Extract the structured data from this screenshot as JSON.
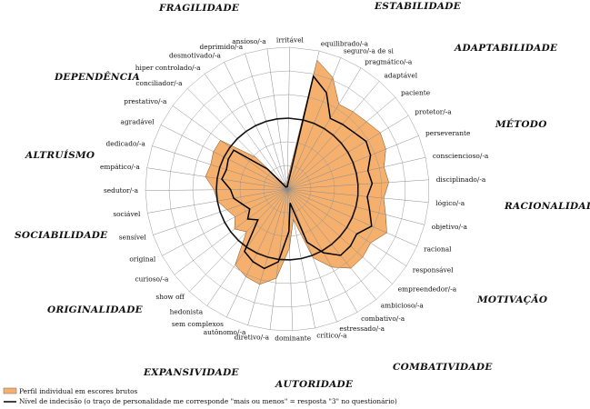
{
  "chart_data": {
    "type": "radar",
    "traits": [
      "equilibrado/-a",
      "seguro/-a de si",
      "pragmático/-a",
      "adaptável",
      "paciente",
      "protetor/-a",
      "perseverante",
      "consciencioso/-a",
      "disciplinado/-a",
      "lógico/-a",
      "objetivo/-a",
      "racional",
      "responsável",
      "empreendedor/-a",
      "ambicioso/-a",
      "combativo/-a",
      "estressado/-a",
      "crítico/-a",
      "dominante",
      "diretivo/-a",
      "autônomo/-a",
      "sem complexos",
      "hedonista",
      "show off",
      "curioso/-a",
      "original",
      "sensível",
      "sociável",
      "sedutor/-a",
      "empático/-a",
      "dedicado/-a",
      "agradável",
      "prestativo/-a",
      "conciliador/-a",
      "hiper controlado/-a",
      "desmotivado/-a",
      "deprimido/-a",
      "ansioso/-a",
      "irritável"
    ],
    "series": [
      {
        "name": "Perfil individual em escores brutos",
        "color": "#f5b06e",
        "values": [
          5.6,
          5.1,
          4.2,
          4.3,
          4.4,
          4.6,
          4.5,
          4.2,
          4.3,
          4.1,
          4.3,
          4.6,
          4.2,
          4.3,
          4.3,
          3.8,
          3.1,
          1.3,
          2.5,
          3.8,
          4.2,
          4.1,
          3.9,
          2.5,
          2.8,
          2.5,
          2.7,
          3.0,
          3.1,
          3.5,
          3.4,
          3.5,
          3.5,
          1.9,
          0.3,
          0.3,
          0.2,
          0.2,
          0.4
        ]
      },
      {
        "name": "Nível de indecisão (o traço de personalidade me corresponde \"mais ou menos\" = resposta \"3\" no questionário)",
        "color": "#111111",
        "values": [
          3,
          3,
          3,
          3,
          3,
          3,
          3,
          3,
          3,
          3,
          3,
          3,
          3,
          3,
          3,
          3,
          3,
          3,
          3,
          3,
          3,
          3,
          3,
          3,
          3,
          3,
          3,
          3,
          3,
          3,
          3,
          3,
          3,
          3,
          3,
          3,
          3,
          3,
          3
        ]
      }
    ],
    "categories": [
      {
        "label": "ESTABILIDADE"
      },
      {
        "label": "ADAPTABILIDADE"
      },
      {
        "label": "MÉTODO"
      },
      {
        "label": "RACIONALIDADE"
      },
      {
        "label": "MOTIVAÇÃO"
      },
      {
        "label": "COMBATIVIDADE"
      },
      {
        "label": "AUTORIDADE"
      },
      {
        "label": "EXPANSIVIDADE"
      },
      {
        "label": "ORIGINALIDADE"
      },
      {
        "label": "SOCIABILIDADE"
      },
      {
        "label": "ALTRUÍSMO"
      },
      {
        "label": "DEPENDÊNCIA"
      },
      {
        "label": "FRAGILIDADE"
      }
    ],
    "rmax": 6,
    "rings": [
      1,
      2,
      3,
      4,
      5,
      6
    ]
  }
}
